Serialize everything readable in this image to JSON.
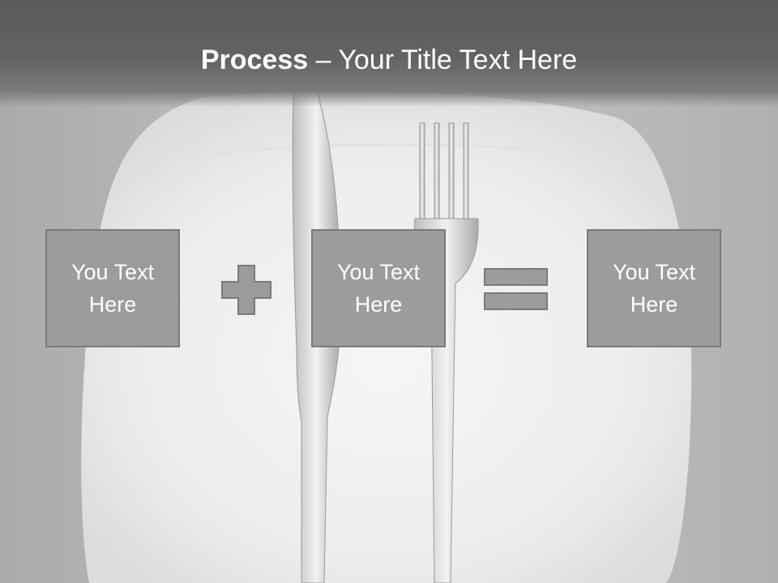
{
  "title": {
    "bold_part": "Process",
    "rest": " – Your Title Text Here"
  },
  "boxes": [
    {
      "text": "You Text Here"
    },
    {
      "text": "You Text Here"
    },
    {
      "text": "You Text Here"
    }
  ],
  "icons": {
    "operator_1": "plus-icon",
    "operator_2": "equals-icon"
  },
  "colors": {
    "title_band": "#5a5a5a",
    "box_fill": "#9c9c9c",
    "box_border": "#7a7a7a",
    "text": "#ffffff"
  }
}
